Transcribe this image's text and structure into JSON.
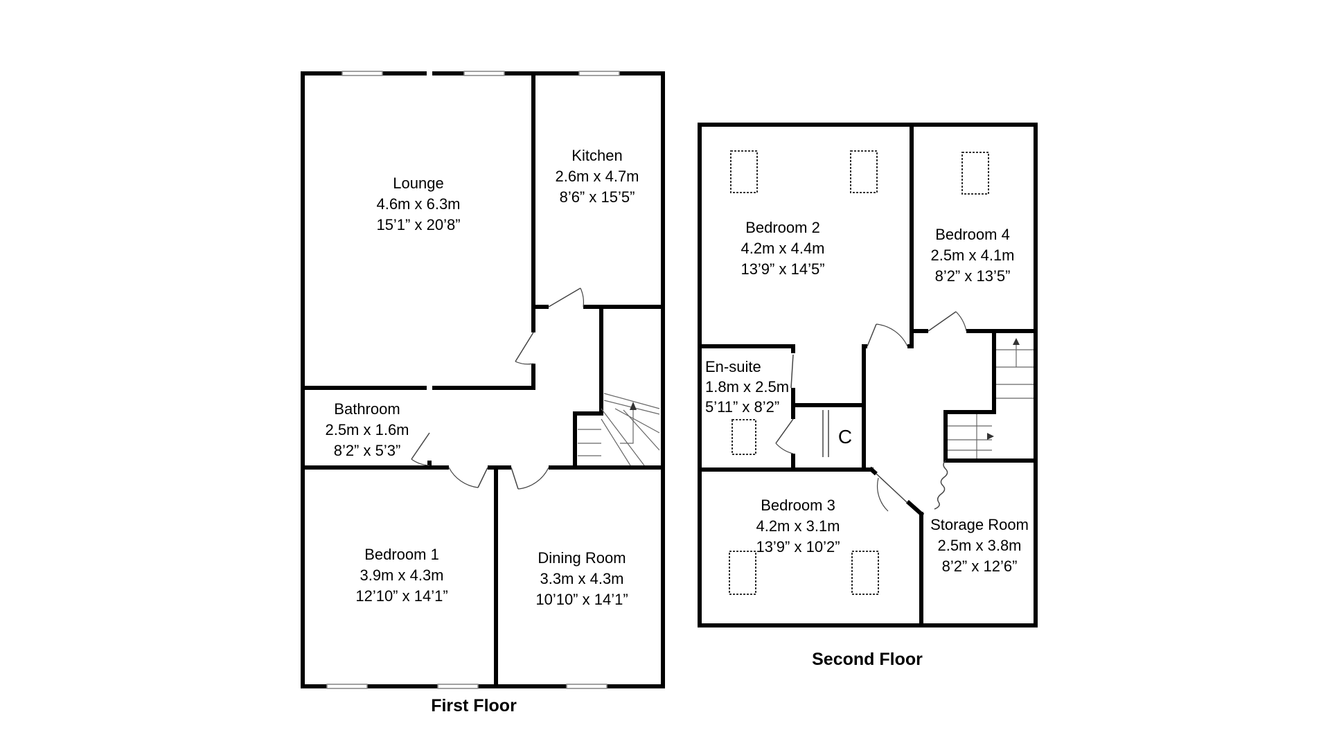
{
  "floors": {
    "first": {
      "title": "First Floor",
      "rooms": {
        "lounge": {
          "name": "Lounge",
          "metric": "4.6m x 6.3m",
          "imperial": "15’1” x 20’8”"
        },
        "kitchen": {
          "name": "Kitchen",
          "metric": "2.6m x 4.7m",
          "imperial": "8’6” x 15’5”"
        },
        "bathroom": {
          "name": "Bathroom",
          "metric": "2.5m x 1.6m",
          "imperial": "8’2” x 5’3”"
        },
        "bedroom1": {
          "name": "Bedroom 1",
          "metric": "3.9m x 4.3m",
          "imperial": "12’10” x 14’1”"
        },
        "dining": {
          "name": "Dining Room",
          "metric": "3.3m x 4.3m",
          "imperial": "10’10” x 14’1”"
        }
      }
    },
    "second": {
      "title": "Second Floor",
      "closet": "C",
      "rooms": {
        "bedroom2": {
          "name": "Bedroom 2",
          "metric": "4.2m x 4.4m",
          "imperial": "13’9” x 14’5”"
        },
        "bedroom4": {
          "name": "Bedroom 4",
          "metric": "2.5m x 4.1m",
          "imperial": "8’2” x 13’5”"
        },
        "ensuite": {
          "name": "En-suite",
          "metric": "1.8m x 2.5m",
          "imperial": "5’11” x 8’2”"
        },
        "bedroom3": {
          "name": "Bedroom 3",
          "metric": "4.2m x 3.1m",
          "imperial": "13’9” x 10’2”"
        },
        "storage": {
          "name": "Storage Room",
          "metric": "2.5m x 3.8m",
          "imperial": "8’2” x 12’6”"
        }
      }
    }
  }
}
